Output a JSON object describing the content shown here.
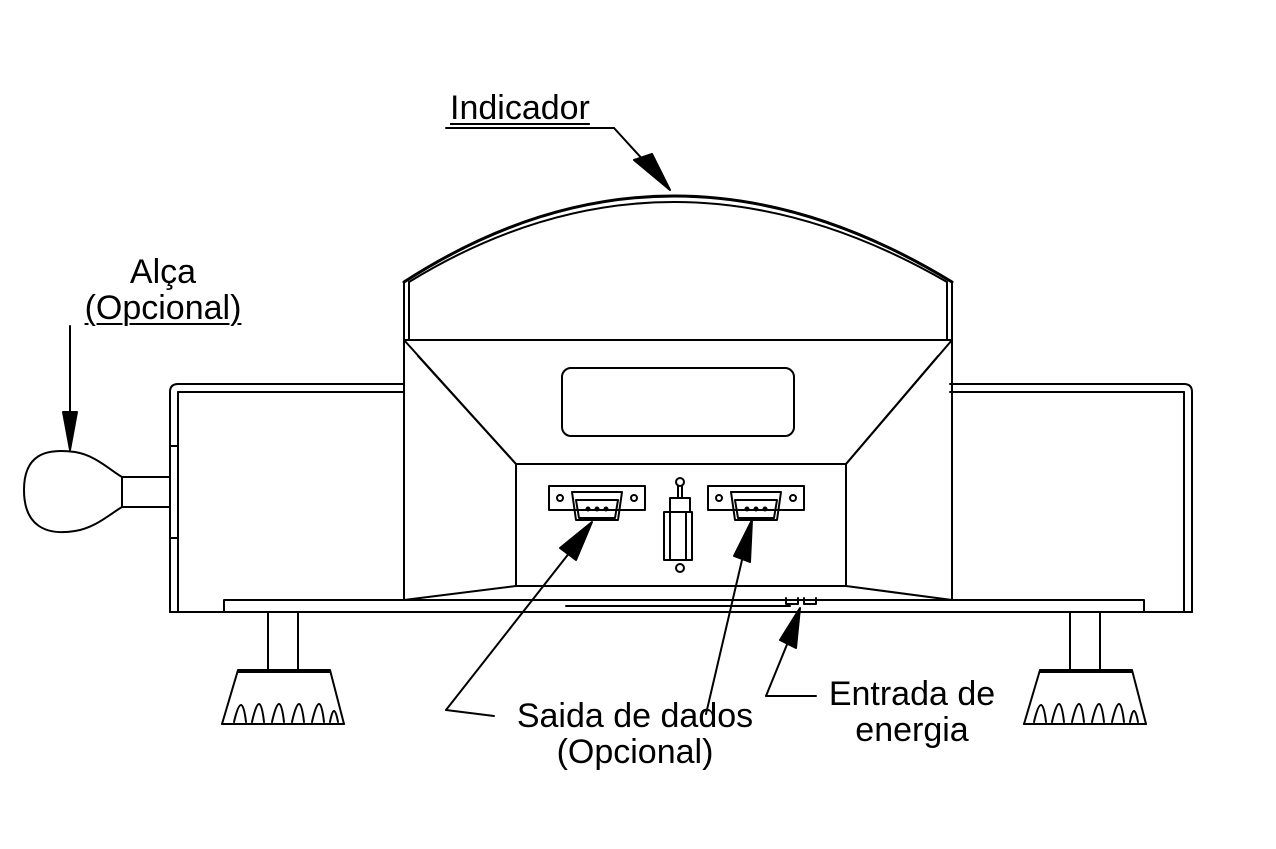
{
  "labels": {
    "indicador": "Indicador",
    "alca_line1": "Alça",
    "alca_line2": "(Opcional)",
    "saida_line1": "Saida de dados",
    "saida_line2": "(Opcional)",
    "entrada_line1": "Entrada de",
    "entrada_line2": "energia"
  },
  "colors": {
    "ink": "#000000",
    "paper": "#ffffff"
  }
}
